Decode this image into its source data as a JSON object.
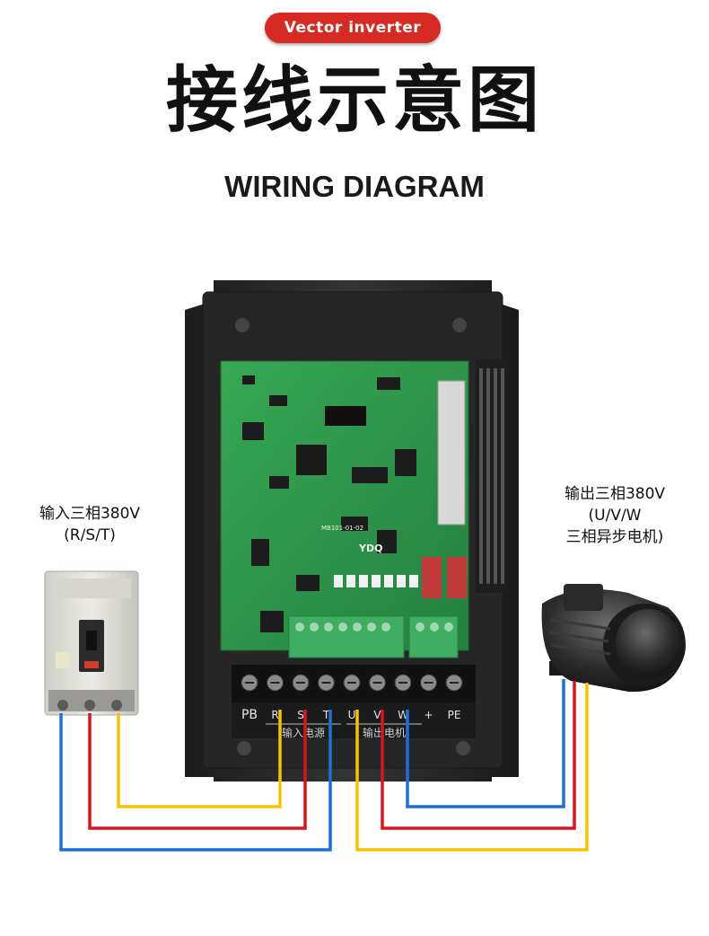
{
  "header": {
    "badge": "Vector inverter",
    "title_cn": "接线示意图",
    "title_en": "WIRING DIAGRAM"
  },
  "input_label": {
    "line1": "输入三相380V",
    "line2": "(R/S/T)"
  },
  "output_label": {
    "line1": "输出三相380V",
    "line2": "(U/V/W",
    "line3": "三相异步电机)"
  },
  "terminals": [
    "PB",
    "R",
    "S",
    "T",
    "U",
    "V",
    "W",
    "+",
    "PE"
  ],
  "terminal_groups": {
    "input": "输入电源",
    "output": "输出电机"
  },
  "board_marks": {
    "brand": "YDQ",
    "model": "MB101-01-02"
  },
  "colors": {
    "wire_blue": "#1f6fd6",
    "wire_red": "#d9141b",
    "wire_yellow": "#f5c400",
    "badge_red": "#d62a22",
    "pcb_green": "#2f9a4a",
    "housing": "#2a2a2a"
  }
}
